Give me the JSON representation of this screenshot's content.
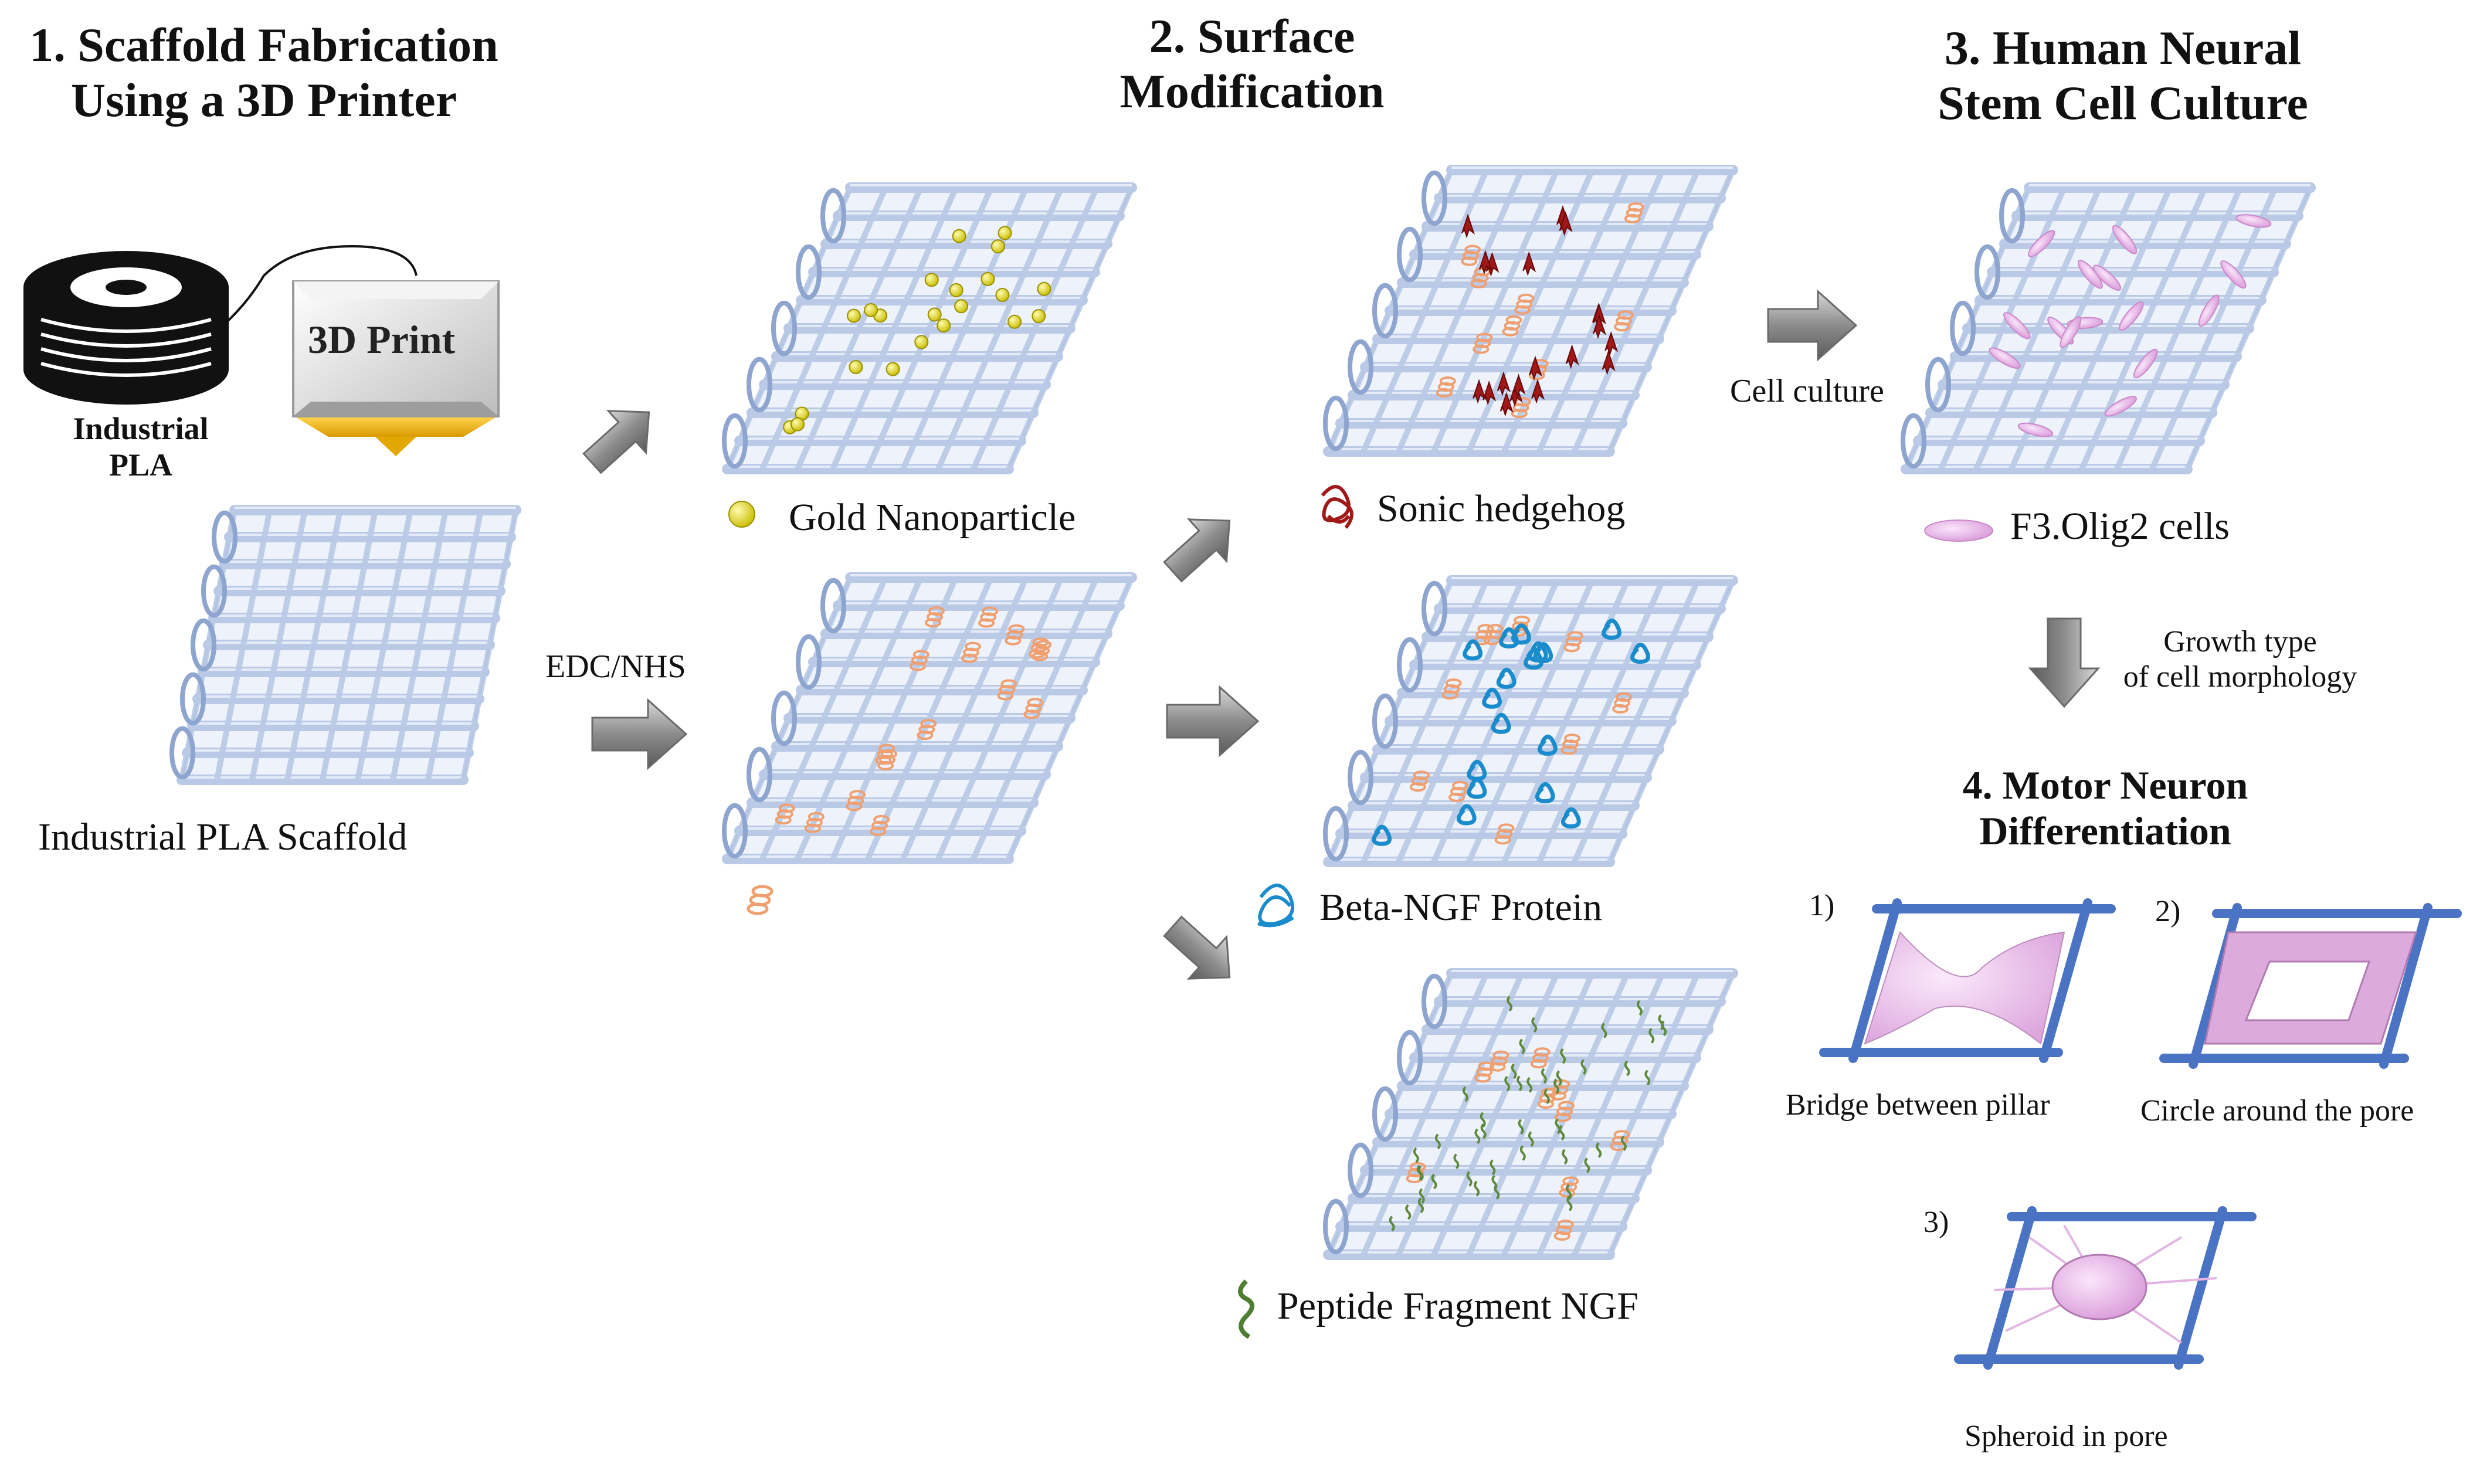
{
  "sections": {
    "s1_line1": "1. Scaffold Fabrication",
    "s1_line2": "Using a 3D Printer",
    "s2_line1": "2. Surface",
    "s2_line2": "Modification",
    "s3_line1": "3. Human Neural",
    "s3_line2": "Stem Cell Culture",
    "s4_line1": "4. Motor Neuron",
    "s4_line2": "Differentiation"
  },
  "labels": {
    "printer": "3D Print",
    "spool_line1": "Industrial",
    "spool_line2": "PLA",
    "scaffold": "Industrial PLA Scaffold",
    "edc": "EDC/NHS",
    "gold": "Gold Nanoparticle",
    "shh": "Sonic hedgehog",
    "betangf": "Beta-NGF Protein",
    "peptide": "Peptide Fragment NGF",
    "cellculture": "Cell culture",
    "f3cells": "F3.Olig2 cells",
    "growth_line1": "Growth type",
    "growth_line2": "of cell morphology",
    "m1_num": "1)",
    "m1": "Bridge between pillar",
    "m2_num": "2)",
    "m2": "Circle around the pore",
    "m3_num": "3)",
    "m3": "Spheroid in pore"
  },
  "colors": {
    "scaffold_fill": "#b9c9e6",
    "scaffold_edge": "#8ea5cf",
    "gold": "#e8e01c",
    "orange": "#f0a070",
    "red": "#a01818",
    "blue": "#1a8ccc",
    "green": "#5d8a3c",
    "pink": "#e8b8e8",
    "arrow": "#8c8c8c",
    "pillar": "#4a73c4"
  }
}
